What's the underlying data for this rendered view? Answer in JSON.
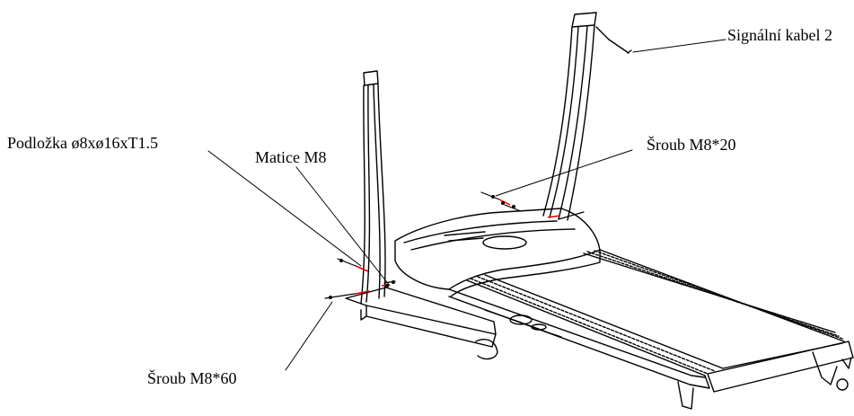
{
  "labels": {
    "signal_cable": "Signální kabel 2",
    "washer": "Podložka ø8xø16xT1.5",
    "nut": "Matice M8",
    "bolt_short": "Šroub M8*20",
    "bolt_long": "Šroub M8*60"
  },
  "colors": {
    "line": "#000000",
    "hardware_highlight": "#e00000"
  }
}
